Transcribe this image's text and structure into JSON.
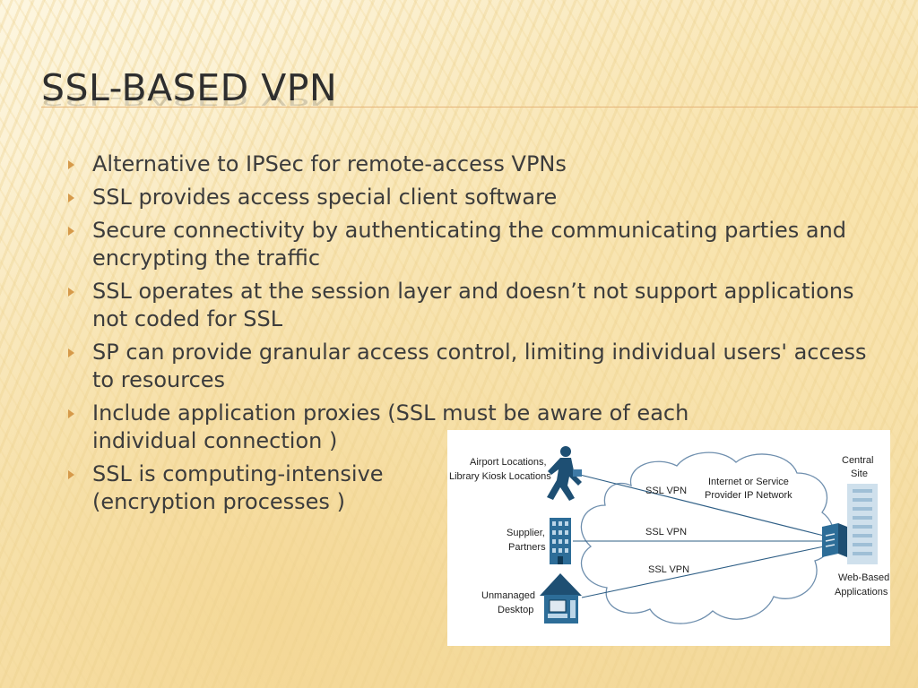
{
  "slide": {
    "title": "SSL-BASED VPN",
    "accent_color": "#e6b57a",
    "bullet_color": "#d69a4a"
  },
  "bullets": [
    {
      "text": "Alternative to IPSec for remote-access VPNs"
    },
    {
      "text": "SSL provides access special client software"
    },
    {
      "text": "Secure connectivity by authenticating the communicating parties and encrypting the traffic"
    },
    {
      "text": "SSL operates at the session layer and doesn’t not support applications not coded for SSL"
    },
    {
      "text": "SP can provide granular access control, limiting individual users' access to resources"
    },
    {
      "text": "Include application proxies (SSL must be aware of each individual connection )"
    },
    {
      "text": "SSL is computing-intensive (encryption processes )"
    }
  ],
  "diagram": {
    "cloud_label_1": "Internet or Service",
    "cloud_label_2": "Provider IP Network",
    "airport_label_1": "Airport Locations,",
    "airport_label_2": "Library Kiosk Locations",
    "supplier_label_1": "Supplier,",
    "supplier_label_2": "Partners",
    "desktop_label_1": "Unmanaged",
    "desktop_label_2": "Desktop",
    "central_label_1": "Central",
    "central_label_2": "Site",
    "webapps_label_1": "Web-Based",
    "webapps_label_2": "Applications",
    "vpn_label_1": "SSL VPN",
    "vpn_label_2": "SSL VPN",
    "vpn_label_3": "SSL VPN",
    "icons": [
      "walking-person-icon",
      "building-icon",
      "house-computer-icon",
      "server-tower-icon",
      "vpn-concentrator-icon"
    ]
  }
}
